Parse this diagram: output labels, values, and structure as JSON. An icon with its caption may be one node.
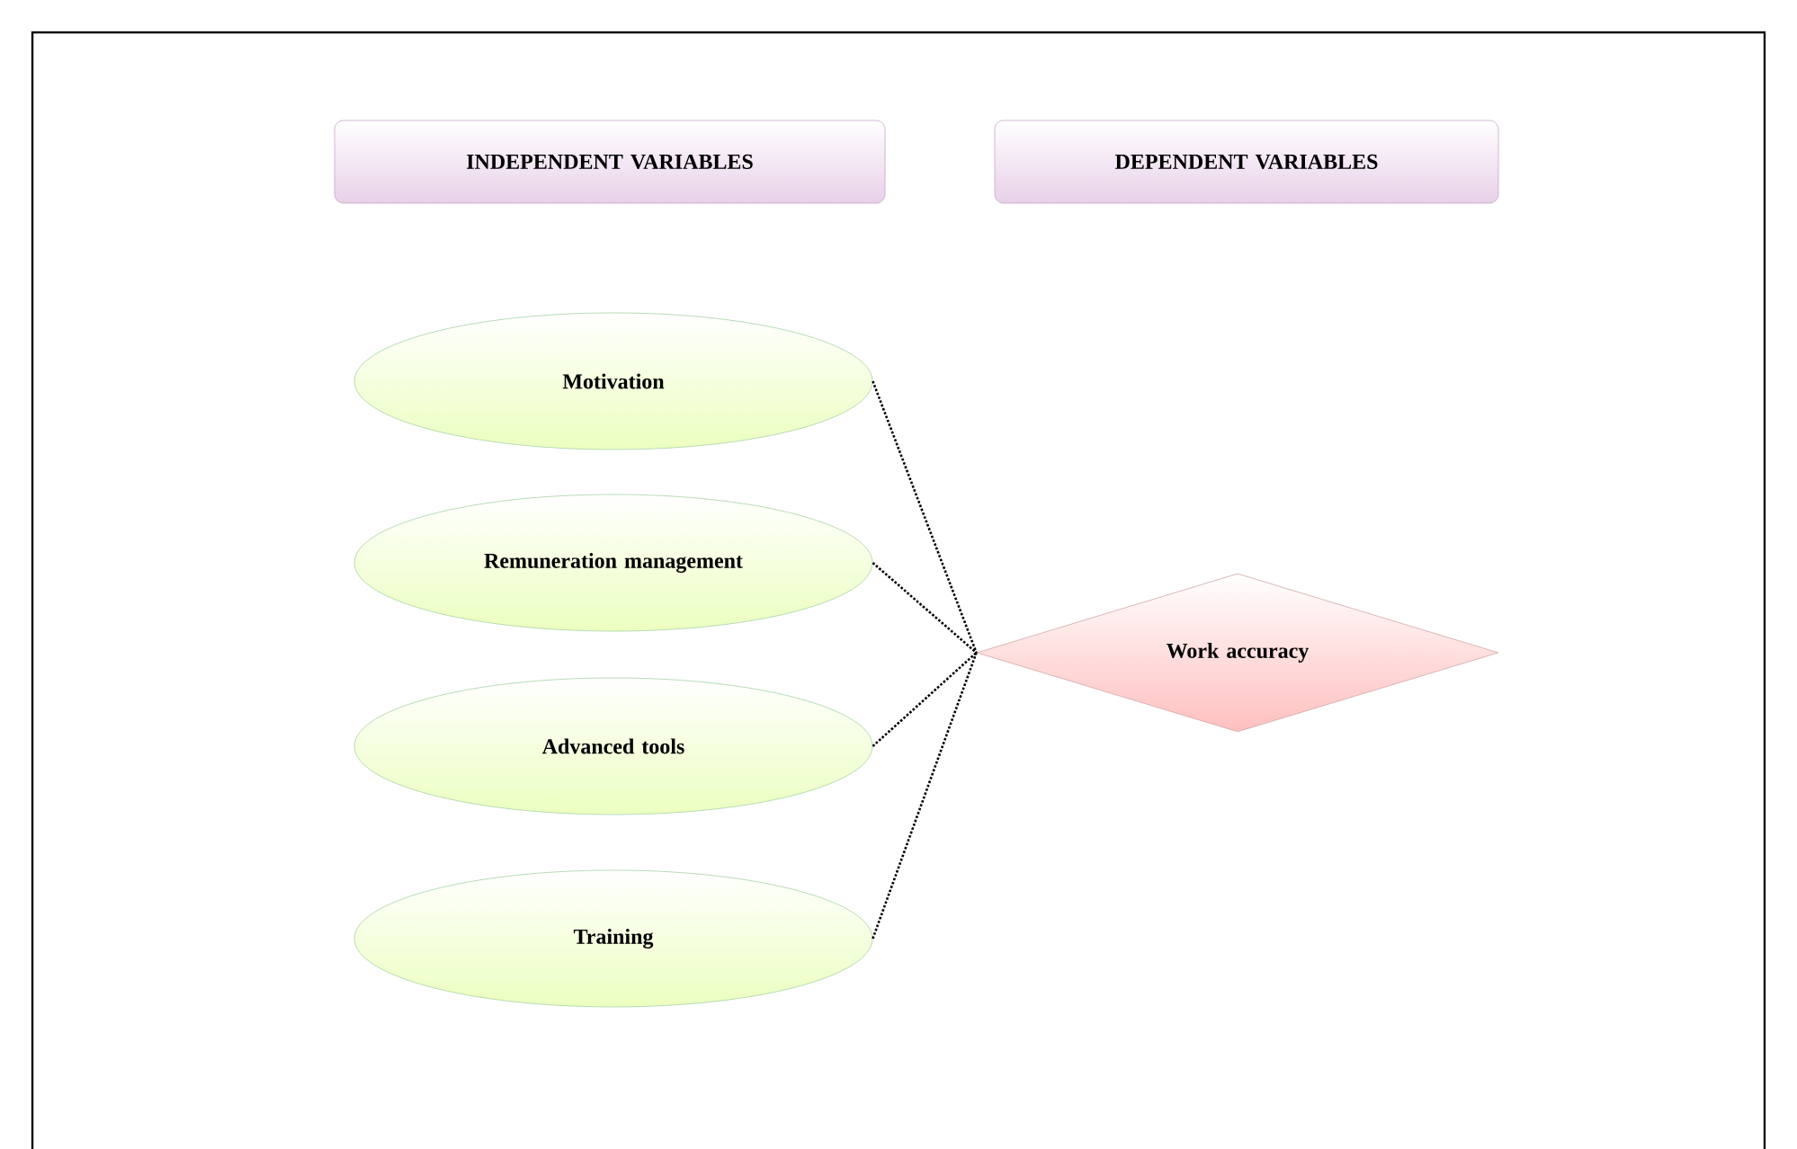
{
  "diagram": {
    "nodes": [
      {
        "text": [
          "INDEPENDENT VARIABLES"
        ]
      },
      {
        "text": [
          "DEPENDENT VARIABLES"
        ]
      },
      {
        "text": [
          "Motivation"
        ]
      },
      {
        "text": [
          "Remuneration management"
        ]
      },
      {
        "text": [
          "Advanced tools"
        ]
      },
      {
        "text": [
          "Training"
        ]
      },
      {
        "text": [
          "Work accuracy"
        ]
      }
    ],
    "edges": [
      {
        "from": 2,
        "to": 6,
        "arrow": "none"
      },
      {
        "from": 3,
        "to": 6,
        "arrow": "none"
      },
      {
        "from": 4,
        "to": 6,
        "arrow": "none"
      },
      {
        "from": 5,
        "to": 6,
        "arrow": "none"
      }
    ]
  }
}
